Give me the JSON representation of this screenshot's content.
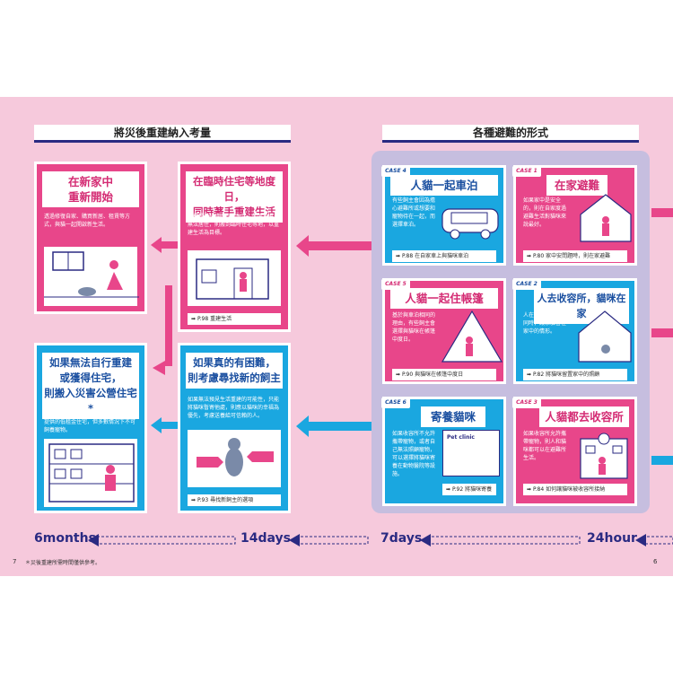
{
  "left_header": "將災後重建納入考量",
  "right_header": "各種避難的形式",
  "left_panels": {
    "new_home": {
      "title": "在新家中\n重新開始",
      "body": "透過修復自家、購買新居、租賃等方式，與貓一起開啟新生活。"
    },
    "temp_housing": {
      "title": "在臨時住宅等地度日，\n同時著手重建生活",
      "body": "目標是盡快恢復日常生活，如果自家已無法居住，則搬到臨時住宅等地，以重建生活為目標。",
      "ref_page": "P.98",
      "ref_text": "重建生活"
    },
    "public_housing": {
      "title": "如果無法自行重建\n或獲得住宅，\n則搬入災害公營住宅*",
      "body": "災害公營住宅（復興住宅）是為受災戶提供的低租金住宅，但多數情況下不可飼養寵物。"
    },
    "new_owner": {
      "title": "如果真的有困難，\n則考慮尋找新的飼主",
      "body": "如果無法預見生活重建的可能性，只能將貓咪暫寄他處，則應以貓咪的幸福為優先，考慮送養給可信賴的人。",
      "ref_page": "P.93",
      "ref_text": "尋找新飼主的選項"
    }
  },
  "cases": {
    "car": {
      "case_label": "CASE 4",
      "title": "人貓一起車泊",
      "body": "有些飼主會因為擔心避難所或想要和寵物待在一起，而選擇車泊。",
      "ref_page": "P.88",
      "ref_text": "在自家車上與貓咪車泊"
    },
    "home": {
      "case_label": "CASE 1",
      "title": "在家避難",
      "body": "如果家中是安全的，則在自家度過避難生活對貓咪來說最好。",
      "ref_page": "P.80",
      "ref_text": "家中安問題時，則在家避難"
    },
    "tent": {
      "case_label": "CASE 5",
      "title": "人貓一起住帳篷",
      "body": "基於與車泊相同的理由，有些飼主會選擇與貓咪在帳篷中度日。",
      "ref_page": "P.90",
      "ref_text": "與貓咪在帳篷中度日"
    },
    "shelter_home": {
      "case_label": "CASE 2",
      "title": "人去收容所，貓咪在家",
      "body": "人在收容所生活的同時，讓家貓留在家中的情形。",
      "ref_page": "P.82",
      "ref_text": "將貓咪留置家中的照顧"
    },
    "foster": {
      "case_label": "CASE 6",
      "title": "寄養貓咪",
      "body": "如果收容所不允許攜帶寵物，或者自己無法照顧寵物，可以選擇將貓咪寄養在動物醫院等設施。",
      "ref_page": "P.92",
      "ref_text": "將貓咪寄養",
      "clinic_sign": "Pet clinic"
    },
    "shelter_together": {
      "case_label": "CASE 3",
      "title": "人貓都去收容所",
      "body": "如果收容所允許攜帶寵物，則人和貓咪都可以在避難所生活。",
      "ref_page": "P.84",
      "ref_text": "如何讓貓咪被收容所接納"
    }
  },
  "timeline": [
    "6months",
    "14days",
    "7days",
    "24hour"
  ],
  "page_left": "7",
  "page_right": "6",
  "footnote": "＊災後重建所需時間僅供參考。",
  "colors": {
    "pink": "#e8468a",
    "blue": "#1aa7e0",
    "navy": "#2a2a82",
    "background": "#f6c9dc"
  }
}
